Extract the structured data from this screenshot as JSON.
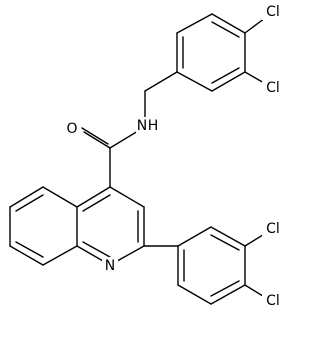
{
  "diagram": {
    "type": "chemical-structure",
    "atom_labels": {
      "cl_benzyl_para": "Cl",
      "cl_benzyl_meta": "Cl",
      "nh": "N",
      "h": "H",
      "carbonyl_o": "O",
      "quinoline_n": "N",
      "cl_aryl_meta": "Cl",
      "cl_aryl_para": "Cl"
    }
  }
}
